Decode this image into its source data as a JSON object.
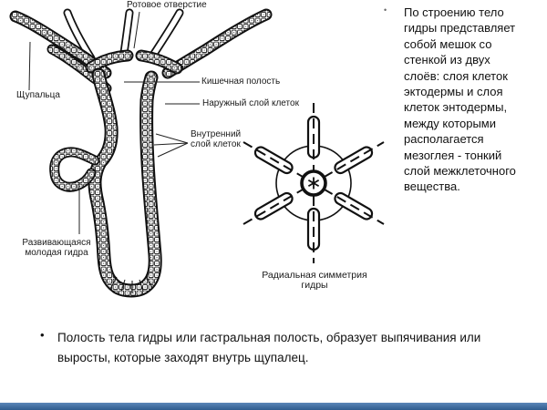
{
  "slide": {
    "background": "#ffffff"
  },
  "hydra_figure": {
    "labels": {
      "mouth": "Ротовое отверстие",
      "tentacles": "Щупальца",
      "gut_cavity": "Кишечная полость",
      "outer_cell_layer": "Наружный слой клеток",
      "inner_cell_layer": "Внутренний слой клеток",
      "young_hydra": "Развивающаяся молодая гидра"
    }
  },
  "radial_figure": {
    "caption": "Радиальная симметрия гидры"
  },
  "description": {
    "marker": "•",
    "text": "По строению тело гидры представляет собой мешок со стенкой из двух слоёв: слоя клеток эктодермы и слоя клеток энтодермы, между которыми располагается мезоглея - тонкий слой межклеточного вещества."
  },
  "bullet_note": {
    "marker": "•",
    "text": "Полость тела гидры или гастральная полость, образует выпячивания или выросты, которые заходят внутрь щупалец."
  },
  "footer": {
    "bar_color_top": "#5b86b8",
    "bar_color_bottom": "#2f5c8e"
  }
}
